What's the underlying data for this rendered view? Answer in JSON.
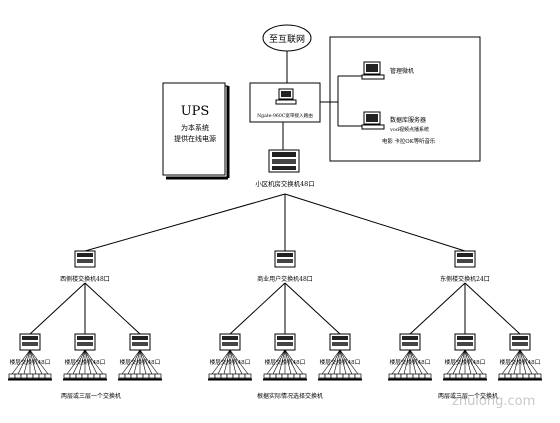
{
  "internet_label": "至互联网",
  "router_label": "Ngate-960C宽带接入路由",
  "ups": {
    "title": "UPS",
    "line1": "为本系统",
    "line2": "提供在线电源"
  },
  "right_box": {
    "pc_label": "管理微机",
    "server_line1": "数据库服务器",
    "server_line2": "vod视频点播系统",
    "server_line3": "电影 卡拉OK等听音乐"
  },
  "core_switch_label": "小区机房交换机48口",
  "group_switches": [
    {
      "label": "西侧楼交换机48口"
    },
    {
      "label": "商业用户交换机48口"
    },
    {
      "label": "东侧楼交换机24口"
    }
  ],
  "floor_switch_labels": [
    "楼层交换机48口",
    "楼层交换机48口",
    "楼层交换机48口",
    "楼层交换机48口",
    "楼层交换机48口",
    "楼层交换机48口",
    "楼层交换机48口",
    "楼层交换机48口",
    "楼层交换机48口"
  ],
  "group_notes": [
    "两层或三层一个交换机",
    "根据实际情况选择交换机",
    "两层或三层一个交换机"
  ],
  "watermark": "zhulong.com"
}
